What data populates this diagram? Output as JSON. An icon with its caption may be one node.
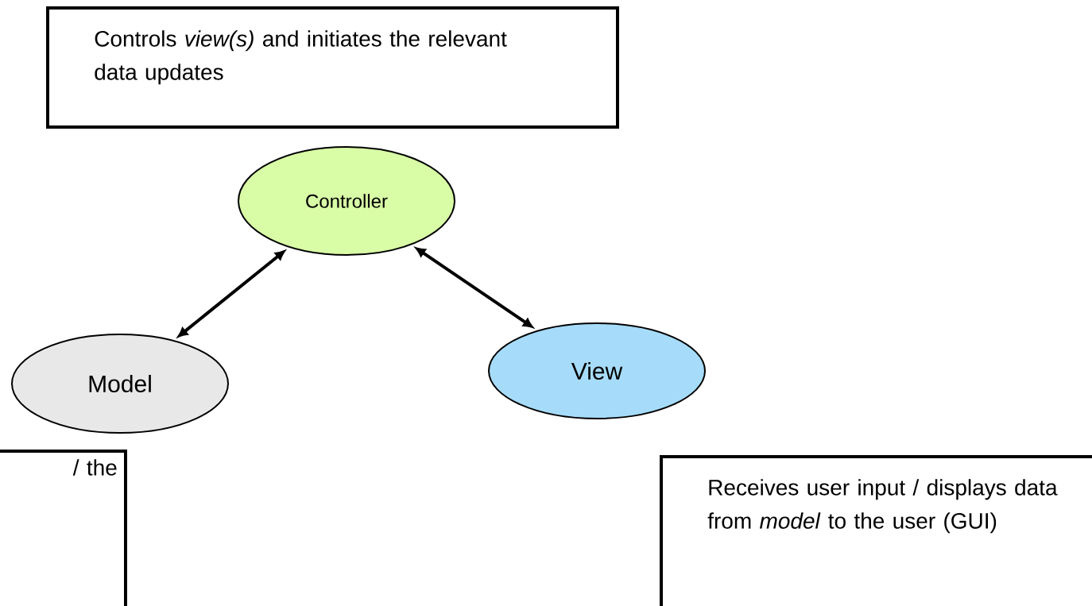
{
  "diagram": {
    "nodes": [
      {
        "text": [
          "Controls *view(s)* and initiates the relevant data updates"
        ]
      },
      {
        "text": [
          "Controller"
        ]
      },
      {
        "text": [
          "Model"
        ]
      },
      {
        "text": [
          "View"
        ]
      },
      {
        "text": [
          "/ the"
        ]
      },
      {
        "text": [
          "Receives user input / displays data from *model* to the user (GUI)"
        ]
      }
    ],
    "edges": [
      {
        "from": 1,
        "to": 2,
        "arrow": "both"
      },
      {
        "from": 1,
        "to": 3,
        "arrow": "both"
      }
    ]
  }
}
